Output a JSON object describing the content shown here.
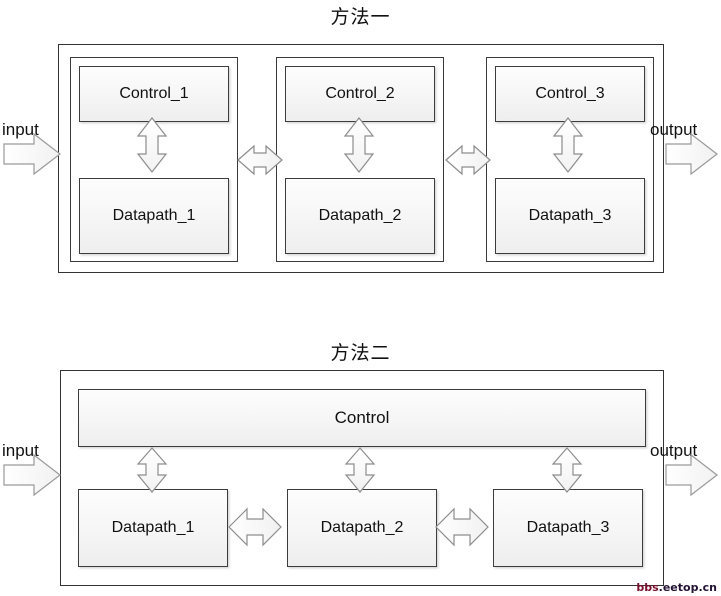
{
  "diagrams": [
    {
      "title": "方法一",
      "io": {
        "input_label": "input",
        "output_label": "output"
      },
      "modules": [
        {
          "control_label": "Control_1",
          "datapath_label": "Datapath_1"
        },
        {
          "control_label": "Control_2",
          "datapath_label": "Datapath_2"
        },
        {
          "control_label": "Control_3",
          "datapath_label": "Datapath_3"
        }
      ]
    },
    {
      "title": "方法二",
      "io": {
        "input_label": "input",
        "output_label": "output"
      },
      "control_label": "Control",
      "datapaths": [
        {
          "label": "Datapath_1"
        },
        {
          "label": "Datapath_2"
        },
        {
          "label": "Datapath_3"
        }
      ]
    }
  ],
  "watermark": {
    "prefix": "bbs",
    "suffix": ".eetop.cn"
  },
  "colors": {
    "box_stroke": "#3c3c3c",
    "box_fill_top": "#fdfdfd",
    "box_fill_bottom": "#eeeeee",
    "arrow_stroke": "#8a8a8a",
    "arrow_fill": "#fbfbfb",
    "text": "#111111",
    "watermark_prefix": "#7a1030",
    "watermark_suffix": "#221133"
  },
  "icons": {
    "flow_in": "arrow-right-icon",
    "flow_out": "arrow-right-icon",
    "link_horizontal": "double-arrow-horizontal-icon",
    "link_vertical": "double-arrow-vertical-icon"
  }
}
